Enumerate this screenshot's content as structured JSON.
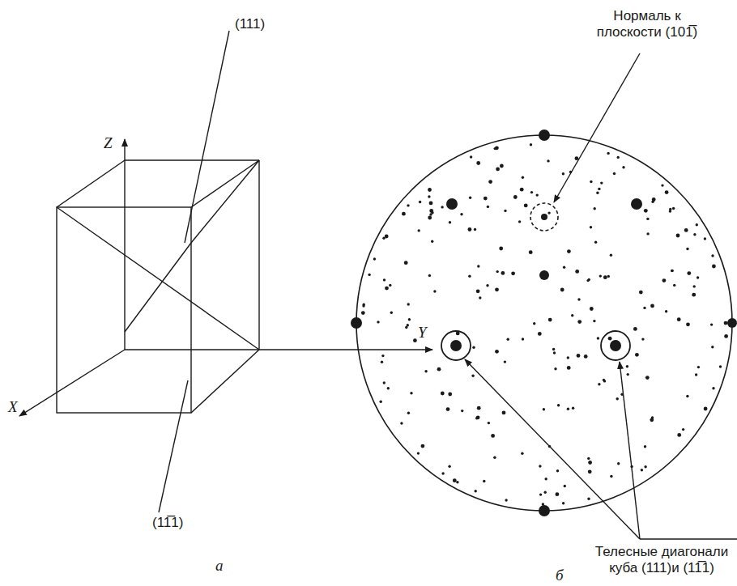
{
  "diagram": {
    "labels": [
      "(111)",
      "Z",
      "Y",
      "X",
      "(11̅1)",
      "а",
      "Нормаль к плоскости (101̅)",
      "Телесные диагонали куба (111)и (11̅1)",
      "б"
    ]
  }
}
